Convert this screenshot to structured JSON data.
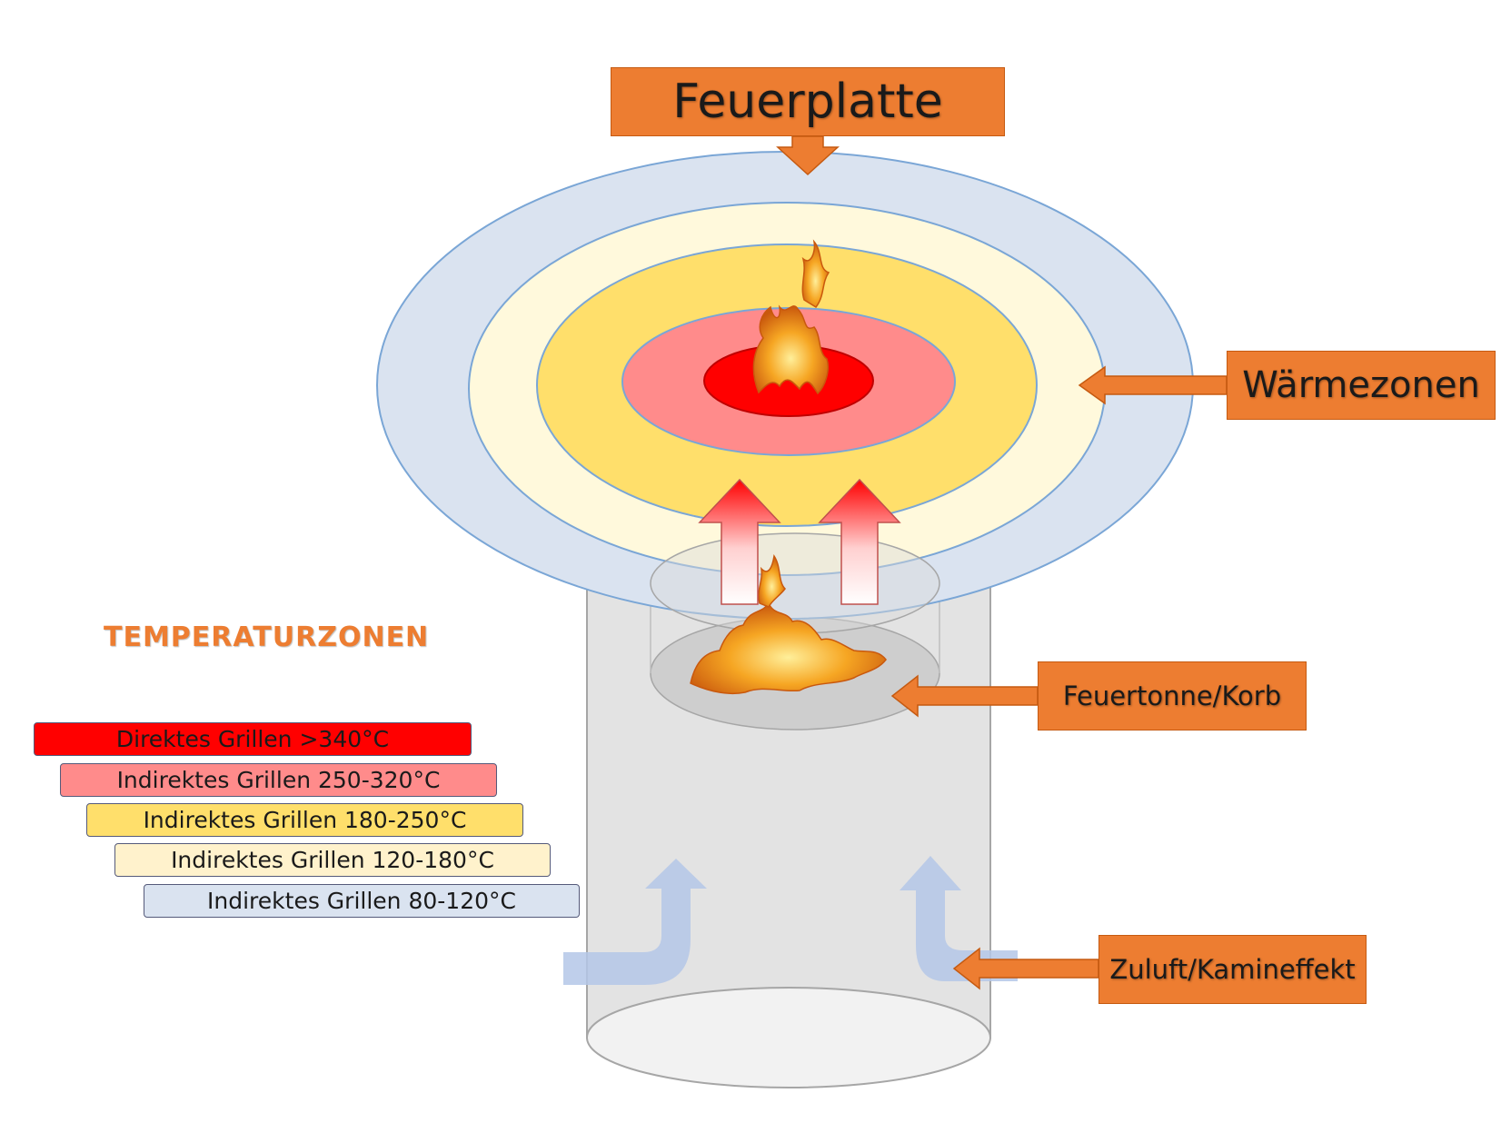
{
  "callouts": {
    "feuerplatte": "Feuerplatte",
    "waermezonen": "Wärmezonen",
    "feuertonne": "Feuertonne/Korb",
    "zuluft": "Zuluft/Kamineffekt"
  },
  "legend": {
    "title": "TEMPERATURZONEN",
    "items": [
      {
        "label": "Direktes Grillen >340°C",
        "color": "#ff0000"
      },
      {
        "label": "Indirektes Grillen 250-320°C",
        "color": "#ff8b8b"
      },
      {
        "label": "Indirektes Grillen 180-250°C",
        "color": "#ffdf6b"
      },
      {
        "label": "Indirektes Grillen 120-180°C",
        "color": "#fff2cc"
      },
      {
        "label": "Indirektes Grillen 80-120°C",
        "color": "#dae3f0"
      }
    ]
  },
  "colors": {
    "accent": "#ed7d31",
    "barrel": "#d9d9d9",
    "airflow": "#b4c7e7"
  }
}
